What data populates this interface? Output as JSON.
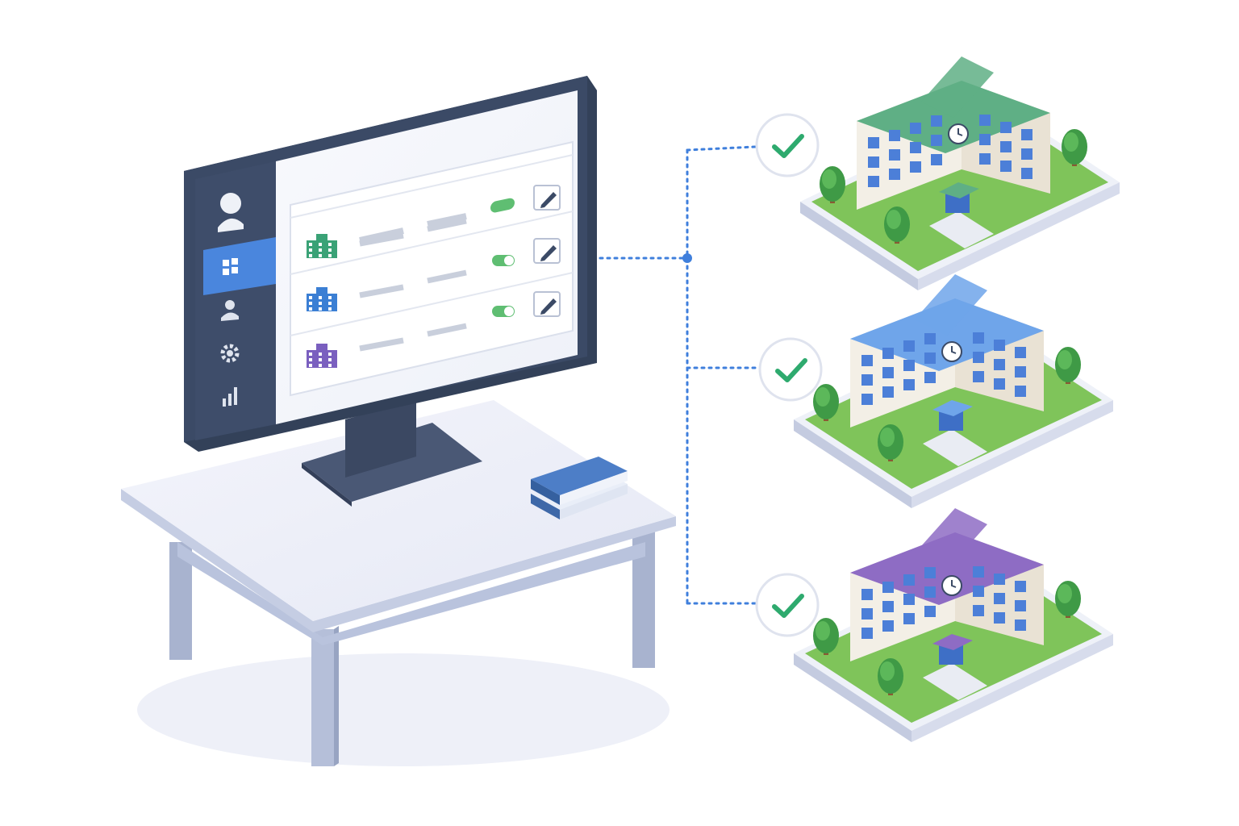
{
  "colors": {
    "background": "#ffffff",
    "monitor_frame": "#3b4a66",
    "sidebar": "#3e4d6a",
    "sidebar_active": "#4a86dd",
    "screen_bg": "#f6f7fb",
    "connector": "#3f7fdc",
    "check": "#2eaa6e",
    "toggle_on": "#5fbe72",
    "school_green_roof": "#5faf85",
    "school_blue_roof": "#6fa5ea",
    "school_purple_roof": "#8e6cc4",
    "desk_top": "#eef0f8",
    "book": "#4d7ec7",
    "grass": "#7fc45a"
  },
  "monitor": {
    "sidebar_icons": [
      "user-avatar-icon",
      "dashboard-grid-icon",
      "person-icon",
      "gear-icon",
      "bar-chart-icon"
    ],
    "active_sidebar_index": 1,
    "rows": [
      {
        "icon": "building-icon",
        "color": "#3aa276",
        "toggle_on": true,
        "edit_icon": "pencil-icon"
      },
      {
        "icon": "building-icon",
        "color": "#3b7fd4",
        "toggle_on": true,
        "edit_icon": "pencil-icon"
      },
      {
        "icon": "building-icon",
        "color": "#7a5fbf",
        "toggle_on": true,
        "edit_icon": "pencil-icon"
      }
    ]
  },
  "schools": [
    {
      "roof_color": "#5faf85",
      "status_icon": "check-icon",
      "status": "connected"
    },
    {
      "roof_color": "#6fa5ea",
      "status_icon": "check-icon",
      "status": "connected"
    },
    {
      "roof_color": "#8e6cc4",
      "status_icon": "check-icon",
      "status": "connected"
    }
  ]
}
